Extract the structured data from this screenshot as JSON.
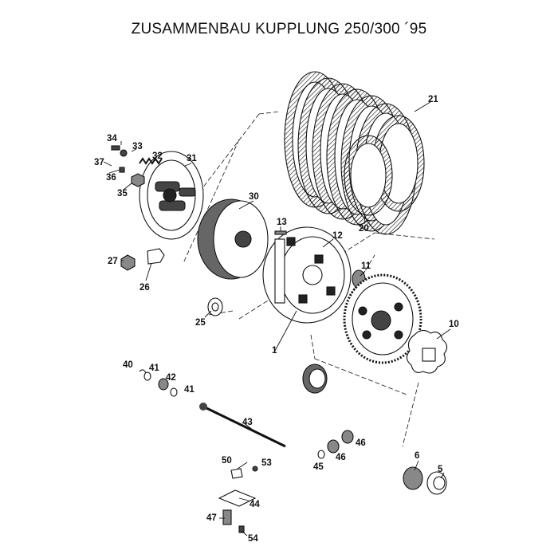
{
  "title": "ZUSAMMENBAU KUPPLUNG 250/300 ´95",
  "callouts": [
    "1",
    "5",
    "6",
    "10",
    "11",
    "12",
    "13",
    "20",
    "21",
    "25",
    "26",
    "27",
    "30",
    "31",
    "32",
    "33",
    "34",
    "35",
    "36",
    "37",
    "40",
    "41",
    "41",
    "42",
    "43",
    "44",
    "45",
    "46",
    "46",
    "47",
    "50",
    "53",
    "54"
  ]
}
